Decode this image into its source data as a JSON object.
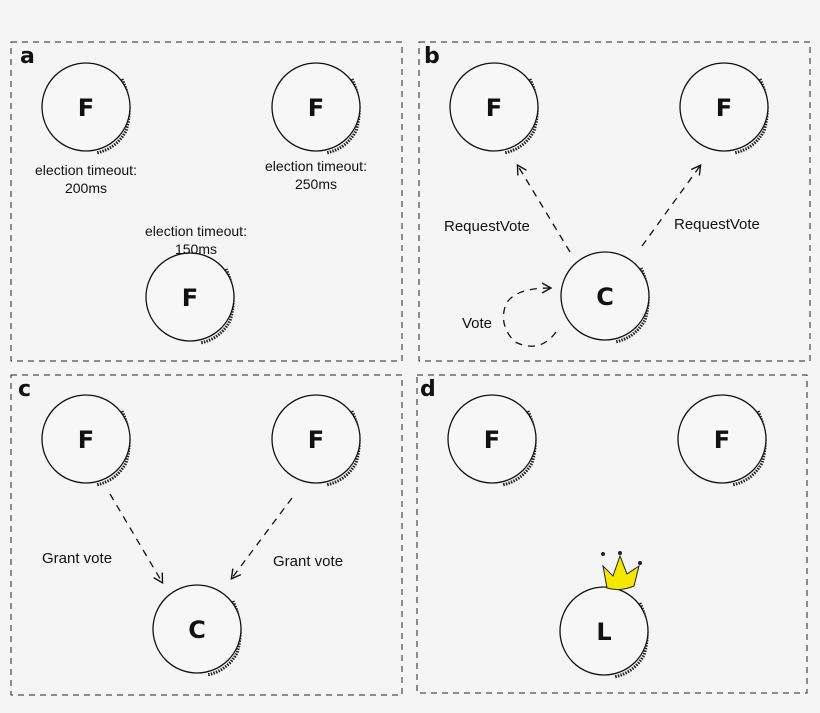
{
  "panels": {
    "a": {
      "label": "a",
      "nodes": [
        "F",
        "F",
        "F"
      ],
      "timeouts": [
        {
          "line1": "election timeout:",
          "line2": "200ms"
        },
        {
          "line1": "election timeout:",
          "line2": "250ms"
        },
        {
          "line1": "election timeout:",
          "line2": "150ms"
        }
      ]
    },
    "b": {
      "label": "b",
      "nodes": [
        "F",
        "F",
        "C"
      ],
      "arrows": [
        "RequestVote",
        "RequestVote",
        "Vote"
      ]
    },
    "c": {
      "label": "c",
      "nodes": [
        "F",
        "F",
        "C"
      ],
      "arrows": [
        "Grant vote",
        "Grant vote"
      ]
    },
    "d": {
      "label": "d",
      "nodes": [
        "F",
        "F",
        "L"
      ],
      "crown_color": "#f5e800"
    }
  }
}
